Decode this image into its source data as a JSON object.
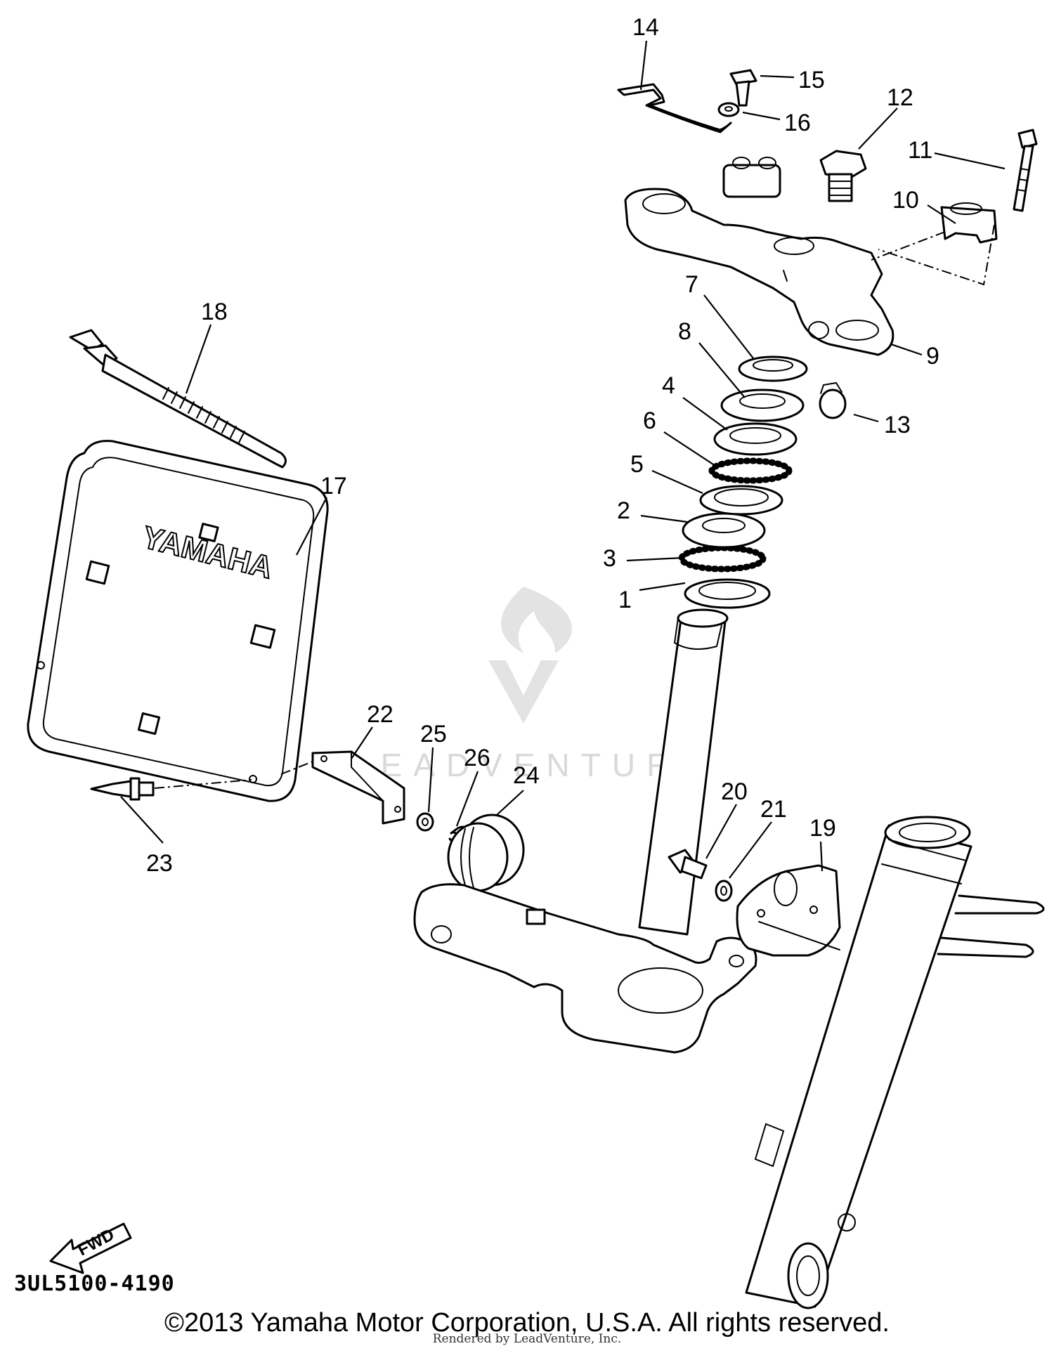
{
  "callouts": [
    {
      "n": "1"
    },
    {
      "n": "2"
    },
    {
      "n": "3"
    },
    {
      "n": "4"
    },
    {
      "n": "5"
    },
    {
      "n": "6"
    },
    {
      "n": "7"
    },
    {
      "n": "8"
    },
    {
      "n": "9"
    },
    {
      "n": "10"
    },
    {
      "n": "11"
    },
    {
      "n": "12"
    },
    {
      "n": "13"
    },
    {
      "n": "14"
    },
    {
      "n": "15"
    },
    {
      "n": "16"
    },
    {
      "n": "17"
    },
    {
      "n": "18"
    },
    {
      "n": "19"
    },
    {
      "n": "20"
    },
    {
      "n": "21"
    },
    {
      "n": "22"
    },
    {
      "n": "23"
    },
    {
      "n": "24"
    },
    {
      "n": "25"
    },
    {
      "n": "26"
    }
  ],
  "plate_brand": "YAMAHA",
  "fwd_label": "FWD",
  "diagram_ref": "3UL5100-4190",
  "copyright": "©2013 Yamaha Motor Corporation, U.S.A. All rights reserved.",
  "rendered_by": "Rendered by LeadVenture, Inc.",
  "watermark": "LEADVENTURE"
}
